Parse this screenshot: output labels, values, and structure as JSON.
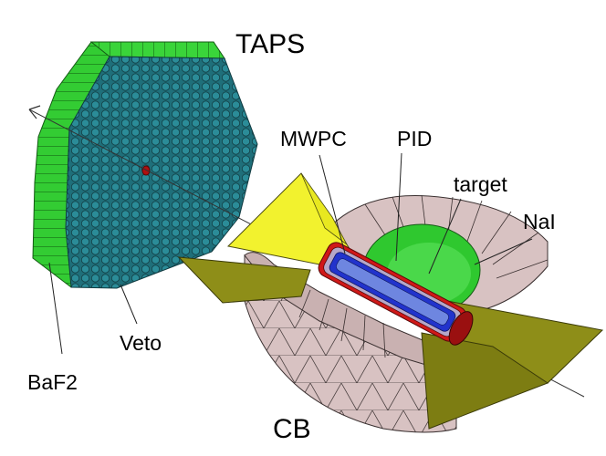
{
  "labels": {
    "taps": "TAPS",
    "mwpc": "MWPC",
    "pid": "PID",
    "target": "target",
    "nai": "NaI",
    "veto": "Veto",
    "baf2": "BaF2",
    "cb": "CB"
  },
  "colors": {
    "baf2_green": "#33cc33",
    "baf2_dark": "#1e8a1e",
    "veto_teal": "#1f6f7a",
    "nai_pink": "#d8c2c2",
    "pid_blue": "#2233cc",
    "mwpc_red": "#d01818",
    "cutaway_olive": "#8e8e18",
    "cutaway_yellow": "#f2f22e",
    "target_green": "#2fc82f"
  }
}
